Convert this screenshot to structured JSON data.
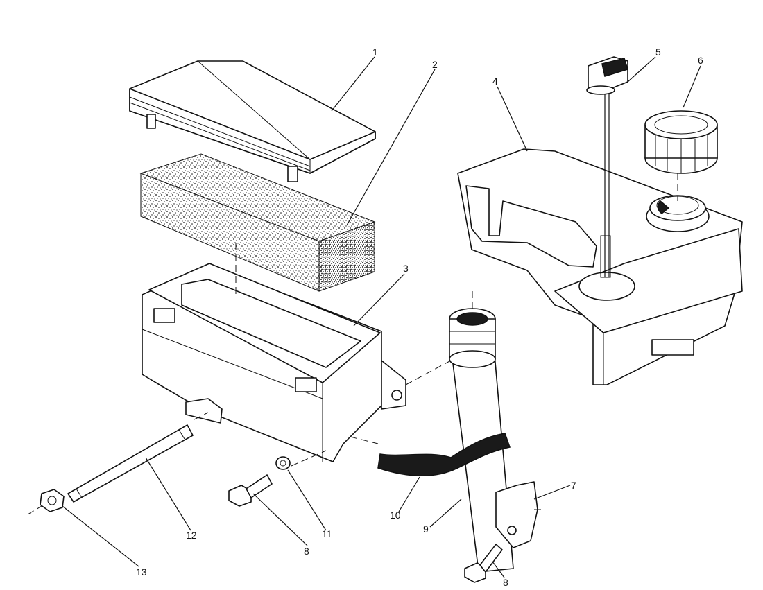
{
  "callouts": [
    "1",
    "2",
    "3",
    "4",
    "5",
    "6",
    "7",
    "8",
    "8",
    "9",
    "10",
    "11",
    "12",
    "13"
  ],
  "colors": {
    "ink": "#111111",
    "paper": "#ffffff"
  }
}
